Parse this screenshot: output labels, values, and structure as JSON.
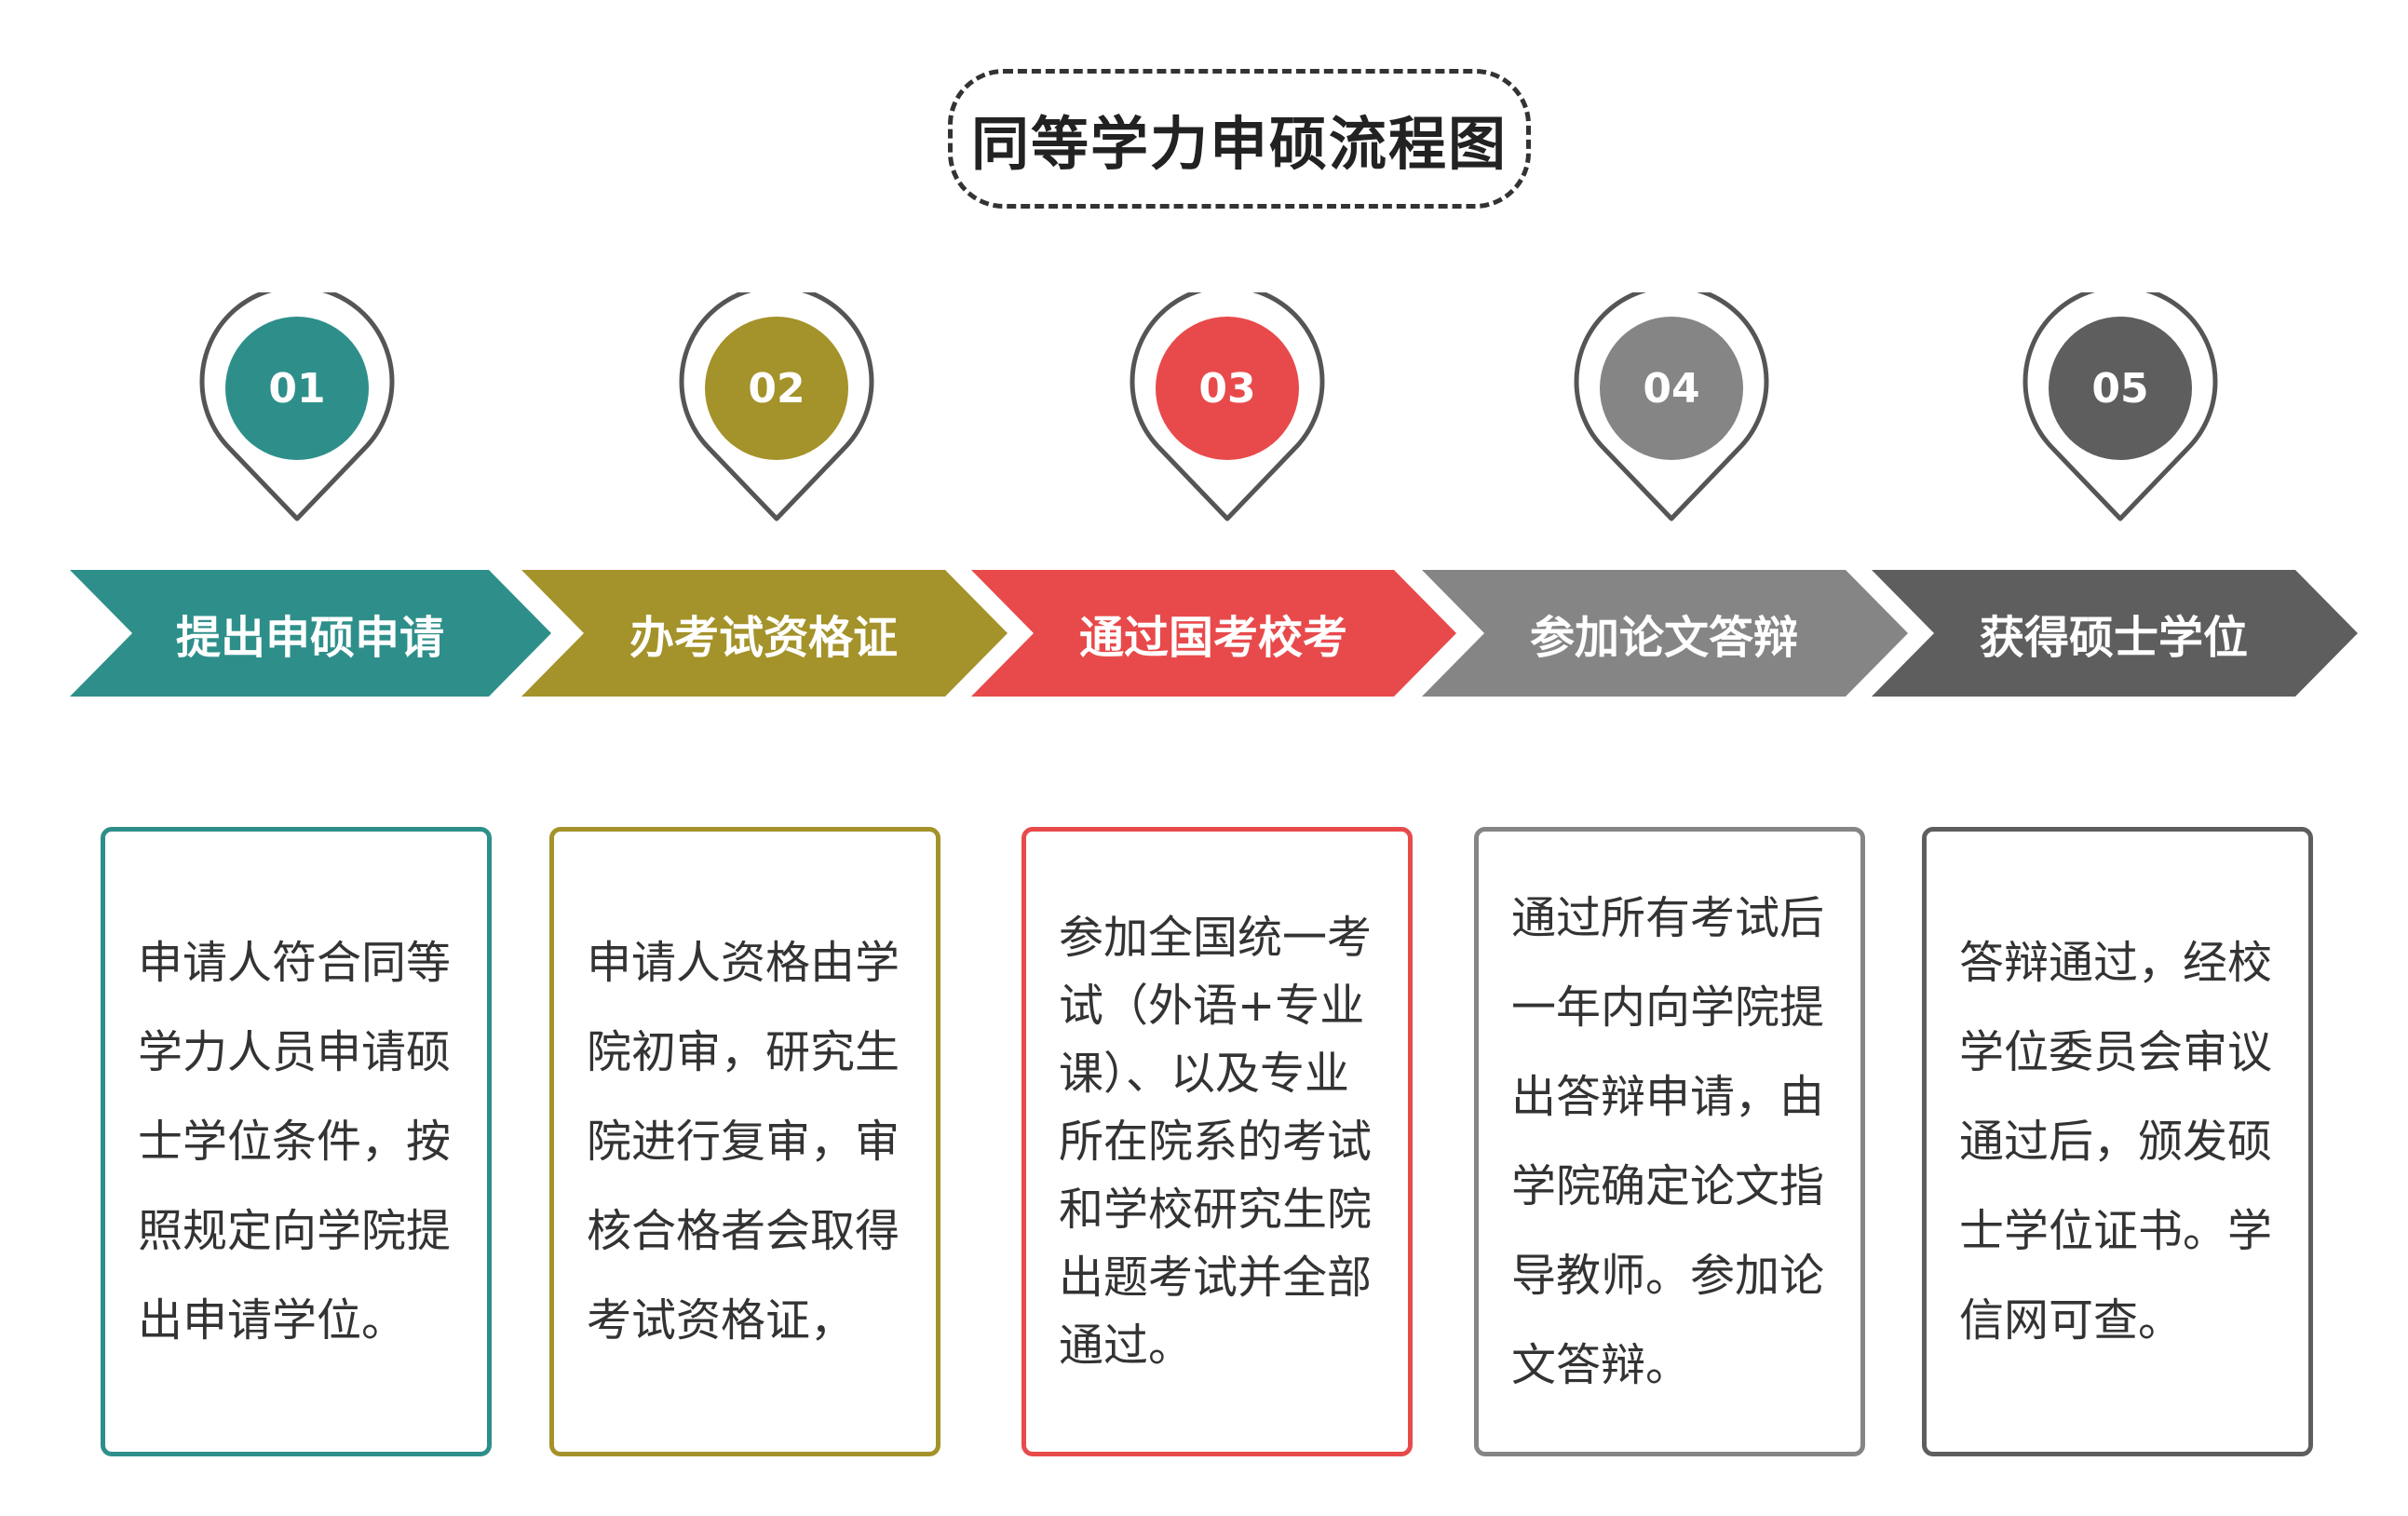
{
  "title": "同等学力申硕流程图",
  "colors": {
    "teal": "#2E8F8A",
    "olive": "#A4922A",
    "red": "#E84A4B",
    "gray": "#858585",
    "dark_gray": "#5E5E5E",
    "pin_outline": "#555555",
    "title_border": "#333333"
  },
  "steps": [
    {
      "number": "01",
      "label": "提出申硕申请",
      "color": "#2E8F8A",
      "description": "申请人符合同等学力人员申请硕士学位条件，按照规定向学院提出申请学位。"
    },
    {
      "number": "02",
      "label": "办考试资格证",
      "color": "#A4922A",
      "description": "申请人资格由学院初审，研究生院进行复审，审核合格者会取得考试资格证，"
    },
    {
      "number": "03",
      "label": "通过国考校考",
      "color": "#E84A4B",
      "description": "参加全国统一考试（外语+专业课）、以及专业所在院系的考试和学校研究生院出题考试并全部通过。"
    },
    {
      "number": "04",
      "label": "参加论文答辩",
      "color": "#858585",
      "description": "通过所有考试后一年内向学院提出答辩申请，由学院确定论文指导教师。参加论文答辩。"
    },
    {
      "number": "05",
      "label": "获得硕士学位",
      "color": "#5E5E5E",
      "description": "答辩通过，经校学位委员会审议通过后，颁发硕士学位证书。学信网可查。"
    }
  ]
}
